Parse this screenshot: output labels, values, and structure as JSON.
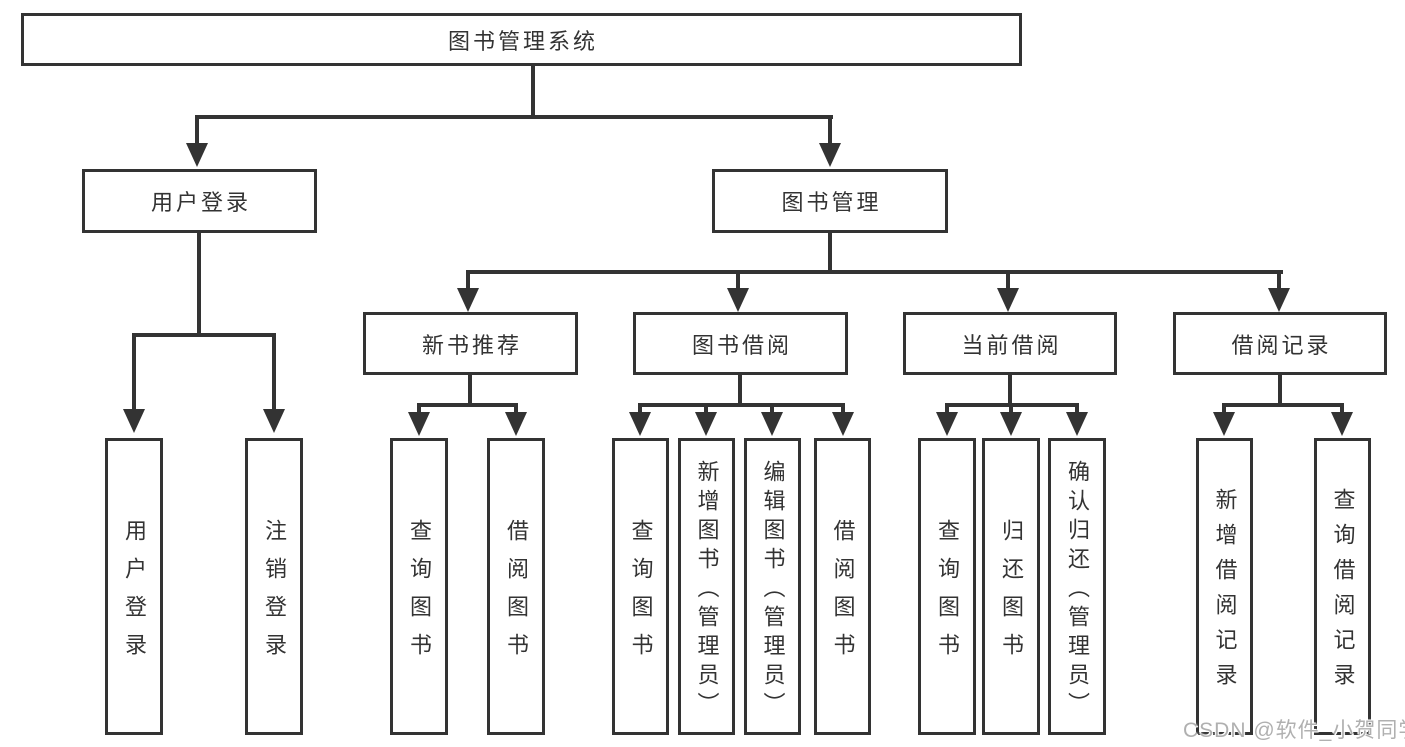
{
  "diagram": {
    "type": "tree",
    "title": "图书管理系统",
    "watermark": "CSDN @软件_小贺同学",
    "colors": {
      "line": "#333333",
      "text": "#333333",
      "background": "#ffffff",
      "watermark": "#b0b0b0"
    },
    "root": {
      "label": "图书管理系统"
    },
    "level2": [
      {
        "label": "用户登录",
        "children": [
          "用户登录",
          "注销登录"
        ]
      },
      {
        "label": "图书管理"
      }
    ],
    "level3": [
      {
        "label": "新书推荐",
        "children": [
          "查询图书",
          "借阅图书"
        ]
      },
      {
        "label": "图书借阅",
        "children": [
          "查询图书",
          "新增图书（管理员）",
          "编辑图书（管理员）",
          "借阅图书"
        ]
      },
      {
        "label": "当前借阅",
        "children": [
          "查询图书",
          "归还图书",
          "确认归还（管理员）"
        ]
      },
      {
        "label": "借阅记录",
        "children": [
          "新增借阅记录",
          "查询借阅记录"
        ]
      }
    ]
  }
}
